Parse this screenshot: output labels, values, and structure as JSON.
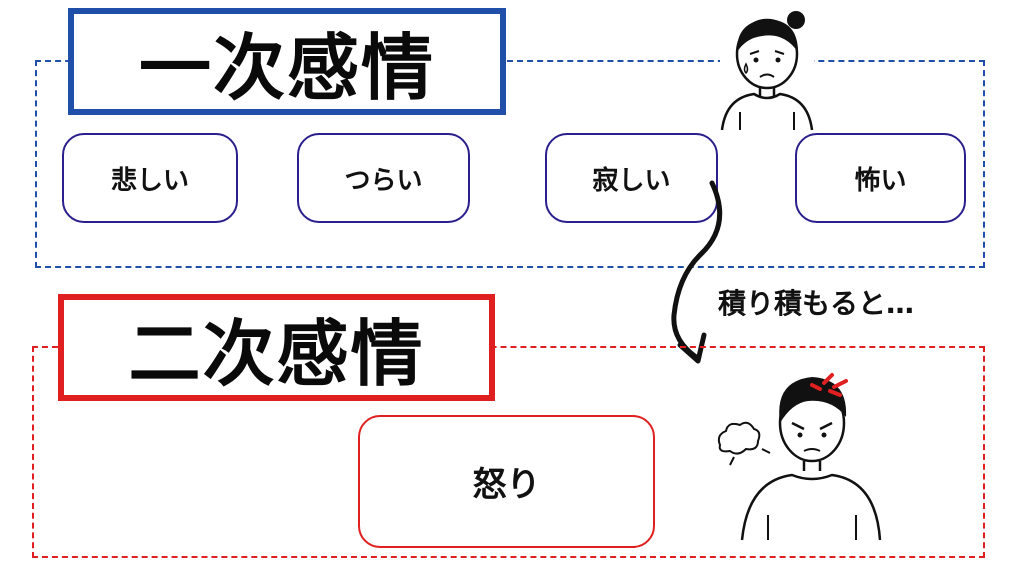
{
  "primary": {
    "title": "一次感情",
    "emotions": [
      "悲しい",
      "つらい",
      "寂しい",
      "怖い"
    ]
  },
  "secondary": {
    "title": "二次感情",
    "emotion": "怒り"
  },
  "transition_label": "積り積もると…",
  "colors": {
    "primary_accent": "#1f4fa8",
    "secondary_accent": "#e02020",
    "emotion_border": "#2a1f8c"
  },
  "icons": [
    "sad-woman-illustration",
    "angry-person-illustration",
    "curved-arrow-icon",
    "anger-mark-icon",
    "huff-cloud-icon"
  ]
}
